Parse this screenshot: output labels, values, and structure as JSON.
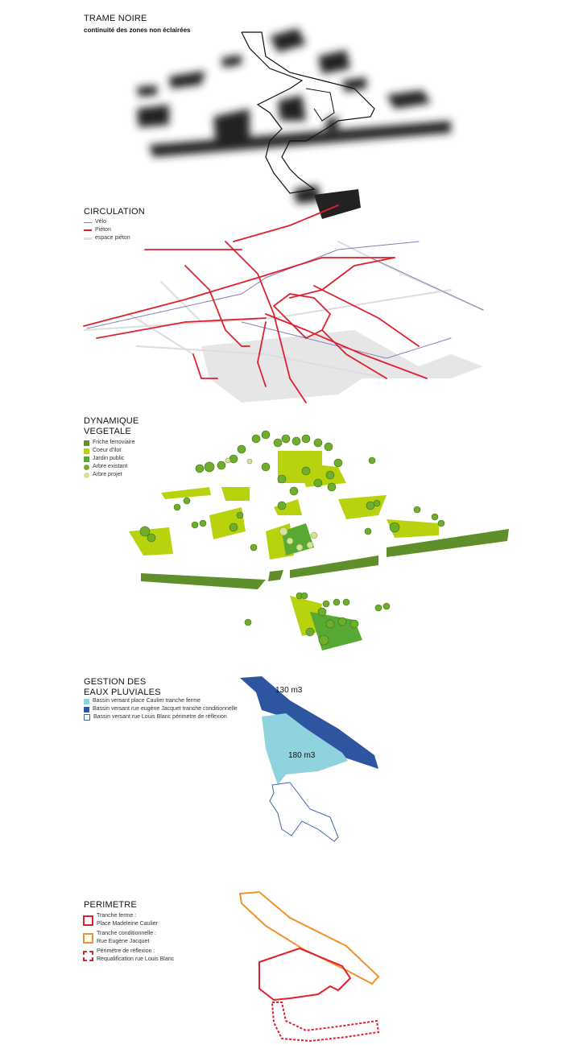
{
  "trame_noire": {
    "title": "TRAME NOIRE",
    "subtitle": "continuité des zones non éclairées"
  },
  "circulation": {
    "title": "CIRCULATION",
    "legend": [
      {
        "label": "Vélo",
        "color": "#8a7fb8"
      },
      {
        "label": "Piéton",
        "color": "#e0202e"
      },
      {
        "label": "espace piéton",
        "color": "#dddddd"
      }
    ]
  },
  "vegetale": {
    "title_line1": "DYNAMIQUE",
    "title_line2": "VEGETALE",
    "legend": [
      {
        "label": "Friche ferroviaire",
        "color": "#5e8f2a"
      },
      {
        "label": "Coeur d'ilot",
        "color": "#b8d20e"
      },
      {
        "label": "Jardin public",
        "color": "#58a834"
      },
      {
        "label": "Arbre existant",
        "color": "#6fae2c"
      },
      {
        "label": "Arbre projet",
        "color": "#d5e39a"
      }
    ]
  },
  "eaux": {
    "title_line1": "GESTION DES",
    "title_line2": "EAUX PLUVIALES",
    "legend": [
      {
        "label": "Bassin versant place Caulier tranche ferme",
        "color": "#8fd3de"
      },
      {
        "label": "Bassin versant rue eugène Jacquet tranche conditionnelle",
        "color": "#2d55a0"
      },
      {
        "label": "Bassin versant rue Louis Blanc périmetre de réflexion",
        "color": "#3f63b0"
      }
    ],
    "volume_dark": "130 m3",
    "volume_light": "180 m3"
  },
  "perimetre": {
    "title": "PERIMETRE",
    "legend": [
      {
        "line1": "Tranche ferme :",
        "line2": "Place Madeleine Caulier",
        "color": "#e0202e"
      },
      {
        "line1": "Tranche conditionnelle :",
        "line2": "Rue Eugène Jacquet",
        "color": "#f0922a"
      },
      {
        "line1": "Périmètre de réflexion :",
        "line2": "Requalification rue Louis Blanc",
        "color": "#e0202e"
      }
    ]
  }
}
